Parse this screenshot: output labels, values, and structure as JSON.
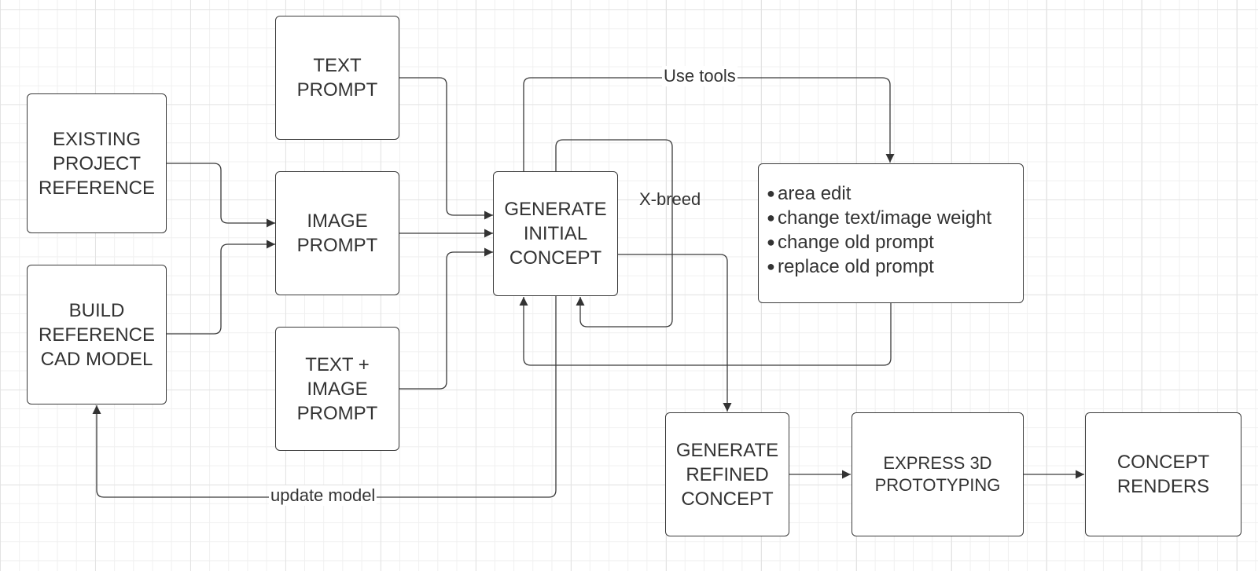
{
  "nodes": {
    "text_prompt": [
      "TEXT",
      "PROMPT"
    ],
    "existing_project": [
      "EXISTING",
      "PROJECT",
      "REFERENCE"
    ],
    "image_prompt": [
      "IMAGE",
      "PROMPT"
    ],
    "build_reference": [
      "BUILD",
      "REFERENCE",
      "CAD MODEL"
    ],
    "text_image_prompt": [
      "TEXT +",
      "IMAGE",
      "PROMPT"
    ],
    "generate_initial": [
      "GENERATE",
      "INITIAL",
      "CONCEPT"
    ],
    "generate_refined": [
      "GENERATE",
      "REFINED",
      "CONCEPT"
    ],
    "express_3d": [
      "EXPRESS 3D",
      "PROTOTYPING"
    ],
    "concept_renders": [
      "CONCEPT",
      "RENDERS"
    ]
  },
  "tools": [
    "area edit",
    "change text/image weight",
    "change old prompt",
    "replace old prompt"
  ],
  "edge_labels": {
    "use_tools": "Use tools",
    "x_breed": "X-breed",
    "update_model": "update model"
  }
}
